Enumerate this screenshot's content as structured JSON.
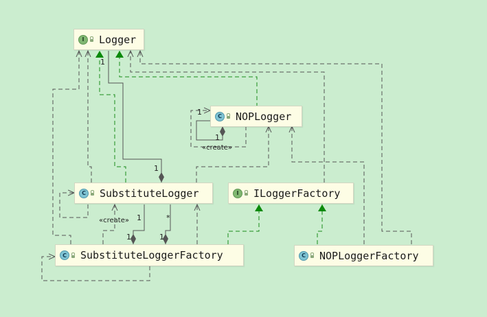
{
  "nodes": {
    "logger": {
      "kind": "I",
      "name": "Logger"
    },
    "nop_logger": {
      "kind": "C",
      "name": "NOPLogger"
    },
    "substitute_logger": {
      "kind": "C",
      "name": "SubstituteLogger"
    },
    "ilogger_factory": {
      "kind": "I",
      "name": "ILoggerFactory"
    },
    "substitute_logger_factory": {
      "kind": "C",
      "name": "SubstituteLoggerFactory"
    },
    "nop_logger_factory": {
      "kind": "C",
      "name": "NOPLoggerFactory"
    }
  },
  "labels": {
    "create": "«create»",
    "one": "1",
    "many": "*"
  },
  "colors": {
    "background": "#cbedcf",
    "realization": "#1a8a1a",
    "dependency": "#555555",
    "composition": "#555555"
  }
}
